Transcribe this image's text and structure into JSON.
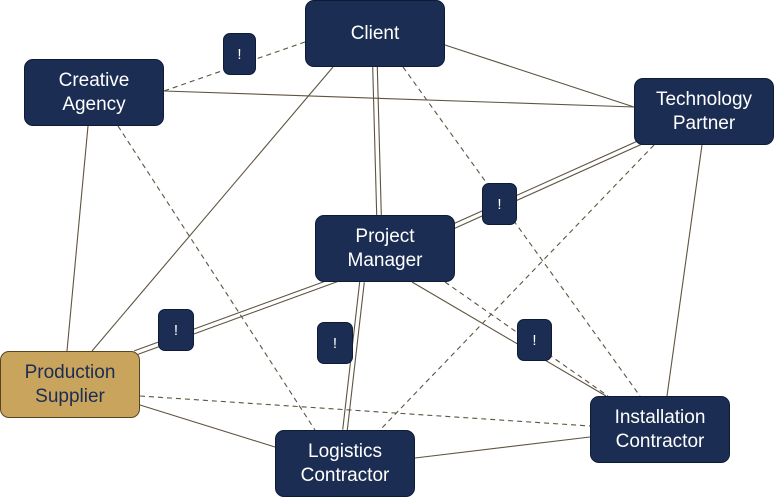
{
  "colors": {
    "node_fill": "#1b2d52",
    "highlight_fill": "#c9a45d",
    "edge": "#5e5440",
    "background": "#ffffff"
  },
  "nodes": [
    {
      "id": "client",
      "label": "Client"
    },
    {
      "id": "creative_agency",
      "label": "Creative\nAgency"
    },
    {
      "id": "technology_partner",
      "label": "Technology\nPartner"
    },
    {
      "id": "project_manager",
      "label": "Project\nManager"
    },
    {
      "id": "production_supplier",
      "label": "Production\nSupplier",
      "highlighted": true
    },
    {
      "id": "logistics_contractor",
      "label": "Logistics\nContractor"
    },
    {
      "id": "installation_contractor",
      "label": "Installation\nContractor"
    }
  ],
  "edges": [
    {
      "from": "client",
      "to": "technology_partner",
      "style": "solid"
    },
    {
      "from": "client",
      "to": "project_manager",
      "style": "double"
    },
    {
      "from": "client",
      "to": "production_supplier",
      "style": "solid"
    },
    {
      "from": "client",
      "to": "installation_contractor",
      "style": "dashed"
    },
    {
      "from": "client",
      "to": "creative_agency",
      "style": "dashed",
      "flagged": true
    },
    {
      "from": "creative_agency",
      "to": "technology_partner",
      "style": "solid"
    },
    {
      "from": "creative_agency",
      "to": "production_supplier",
      "style": "solid"
    },
    {
      "from": "creative_agency",
      "to": "logistics_contractor",
      "style": "dashed"
    },
    {
      "from": "technology_partner",
      "to": "project_manager",
      "style": "double",
      "flagged": true
    },
    {
      "from": "technology_partner",
      "to": "installation_contractor",
      "style": "solid"
    },
    {
      "from": "technology_partner",
      "to": "logistics_contractor",
      "style": "dashed"
    },
    {
      "from": "project_manager",
      "to": "production_supplier",
      "style": "double",
      "flagged": true
    },
    {
      "from": "project_manager",
      "to": "logistics_contractor",
      "style": "double",
      "flagged": true
    },
    {
      "from": "project_manager",
      "to": "installation_contractor",
      "style": "solid"
    },
    {
      "from": "project_manager",
      "to": "installation_contractor",
      "style": "dashed",
      "flagged": true
    },
    {
      "from": "production_supplier",
      "to": "logistics_contractor",
      "style": "solid"
    },
    {
      "from": "production_supplier",
      "to": "installation_contractor",
      "style": "dashed"
    },
    {
      "from": "logistics_contractor",
      "to": "installation_contractor",
      "style": "solid"
    }
  ],
  "badges": [
    {
      "id": "client_creative",
      "text": "!"
    },
    {
      "id": "pm_technology",
      "text": "!"
    },
    {
      "id": "pm_production",
      "text": "!"
    },
    {
      "id": "pm_logistics",
      "text": "!"
    },
    {
      "id": "pm_installation",
      "text": "!"
    }
  ]
}
